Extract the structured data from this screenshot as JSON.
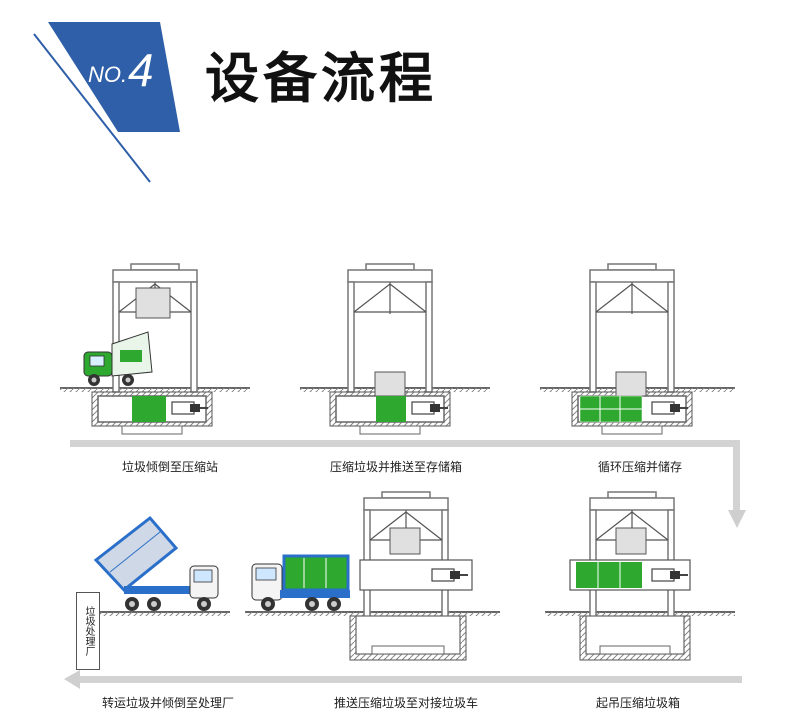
{
  "header": {
    "badge_no": "NO.",
    "badge_num": "4",
    "title": "设备流程"
  },
  "steps": [
    {
      "id": "step-1",
      "label": "垃圾倾倒至压缩站"
    },
    {
      "id": "step-2",
      "label": "压缩垃圾并推送至存储箱"
    },
    {
      "id": "step-3",
      "label": "循环压缩并储存"
    },
    {
      "id": "step-4",
      "label": "起吊压缩垃圾箱"
    },
    {
      "id": "step-5",
      "label": "推送压缩垃圾至对接垃圾车"
    },
    {
      "id": "step-6",
      "label": "转运垃圾并倾倒至处理厂"
    }
  ],
  "side_label": "垃圾处理厂",
  "colors": {
    "badge_blue": "#2f5fa8",
    "container_green": "#2fa82f",
    "truck_blue": "#2a6fc9",
    "arrow_gray": "#cfcfcf",
    "frame_gray": "#666666"
  }
}
